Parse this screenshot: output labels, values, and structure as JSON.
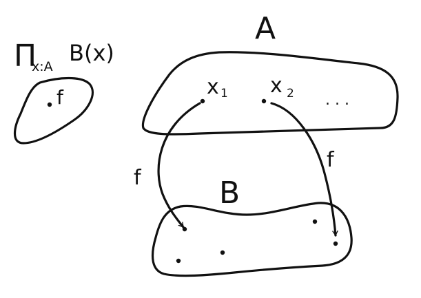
{
  "ink_color": "#111111",
  "background_color": "#ffffff",
  "pi_type": {
    "pi_symbol": "Π",
    "binder": "x:A",
    "body": "B(x)"
  },
  "function_blob": {
    "element_label": "f"
  },
  "set_a": {
    "title": "A",
    "element_x1_label": "x",
    "element_x1_subscript": "1",
    "element_x2_label": "x",
    "element_x2_subscript": "2",
    "ellipsis": ". . ."
  },
  "set_b": {
    "title": "B"
  },
  "arrows": {
    "left_label": "f",
    "right_label": "f"
  }
}
